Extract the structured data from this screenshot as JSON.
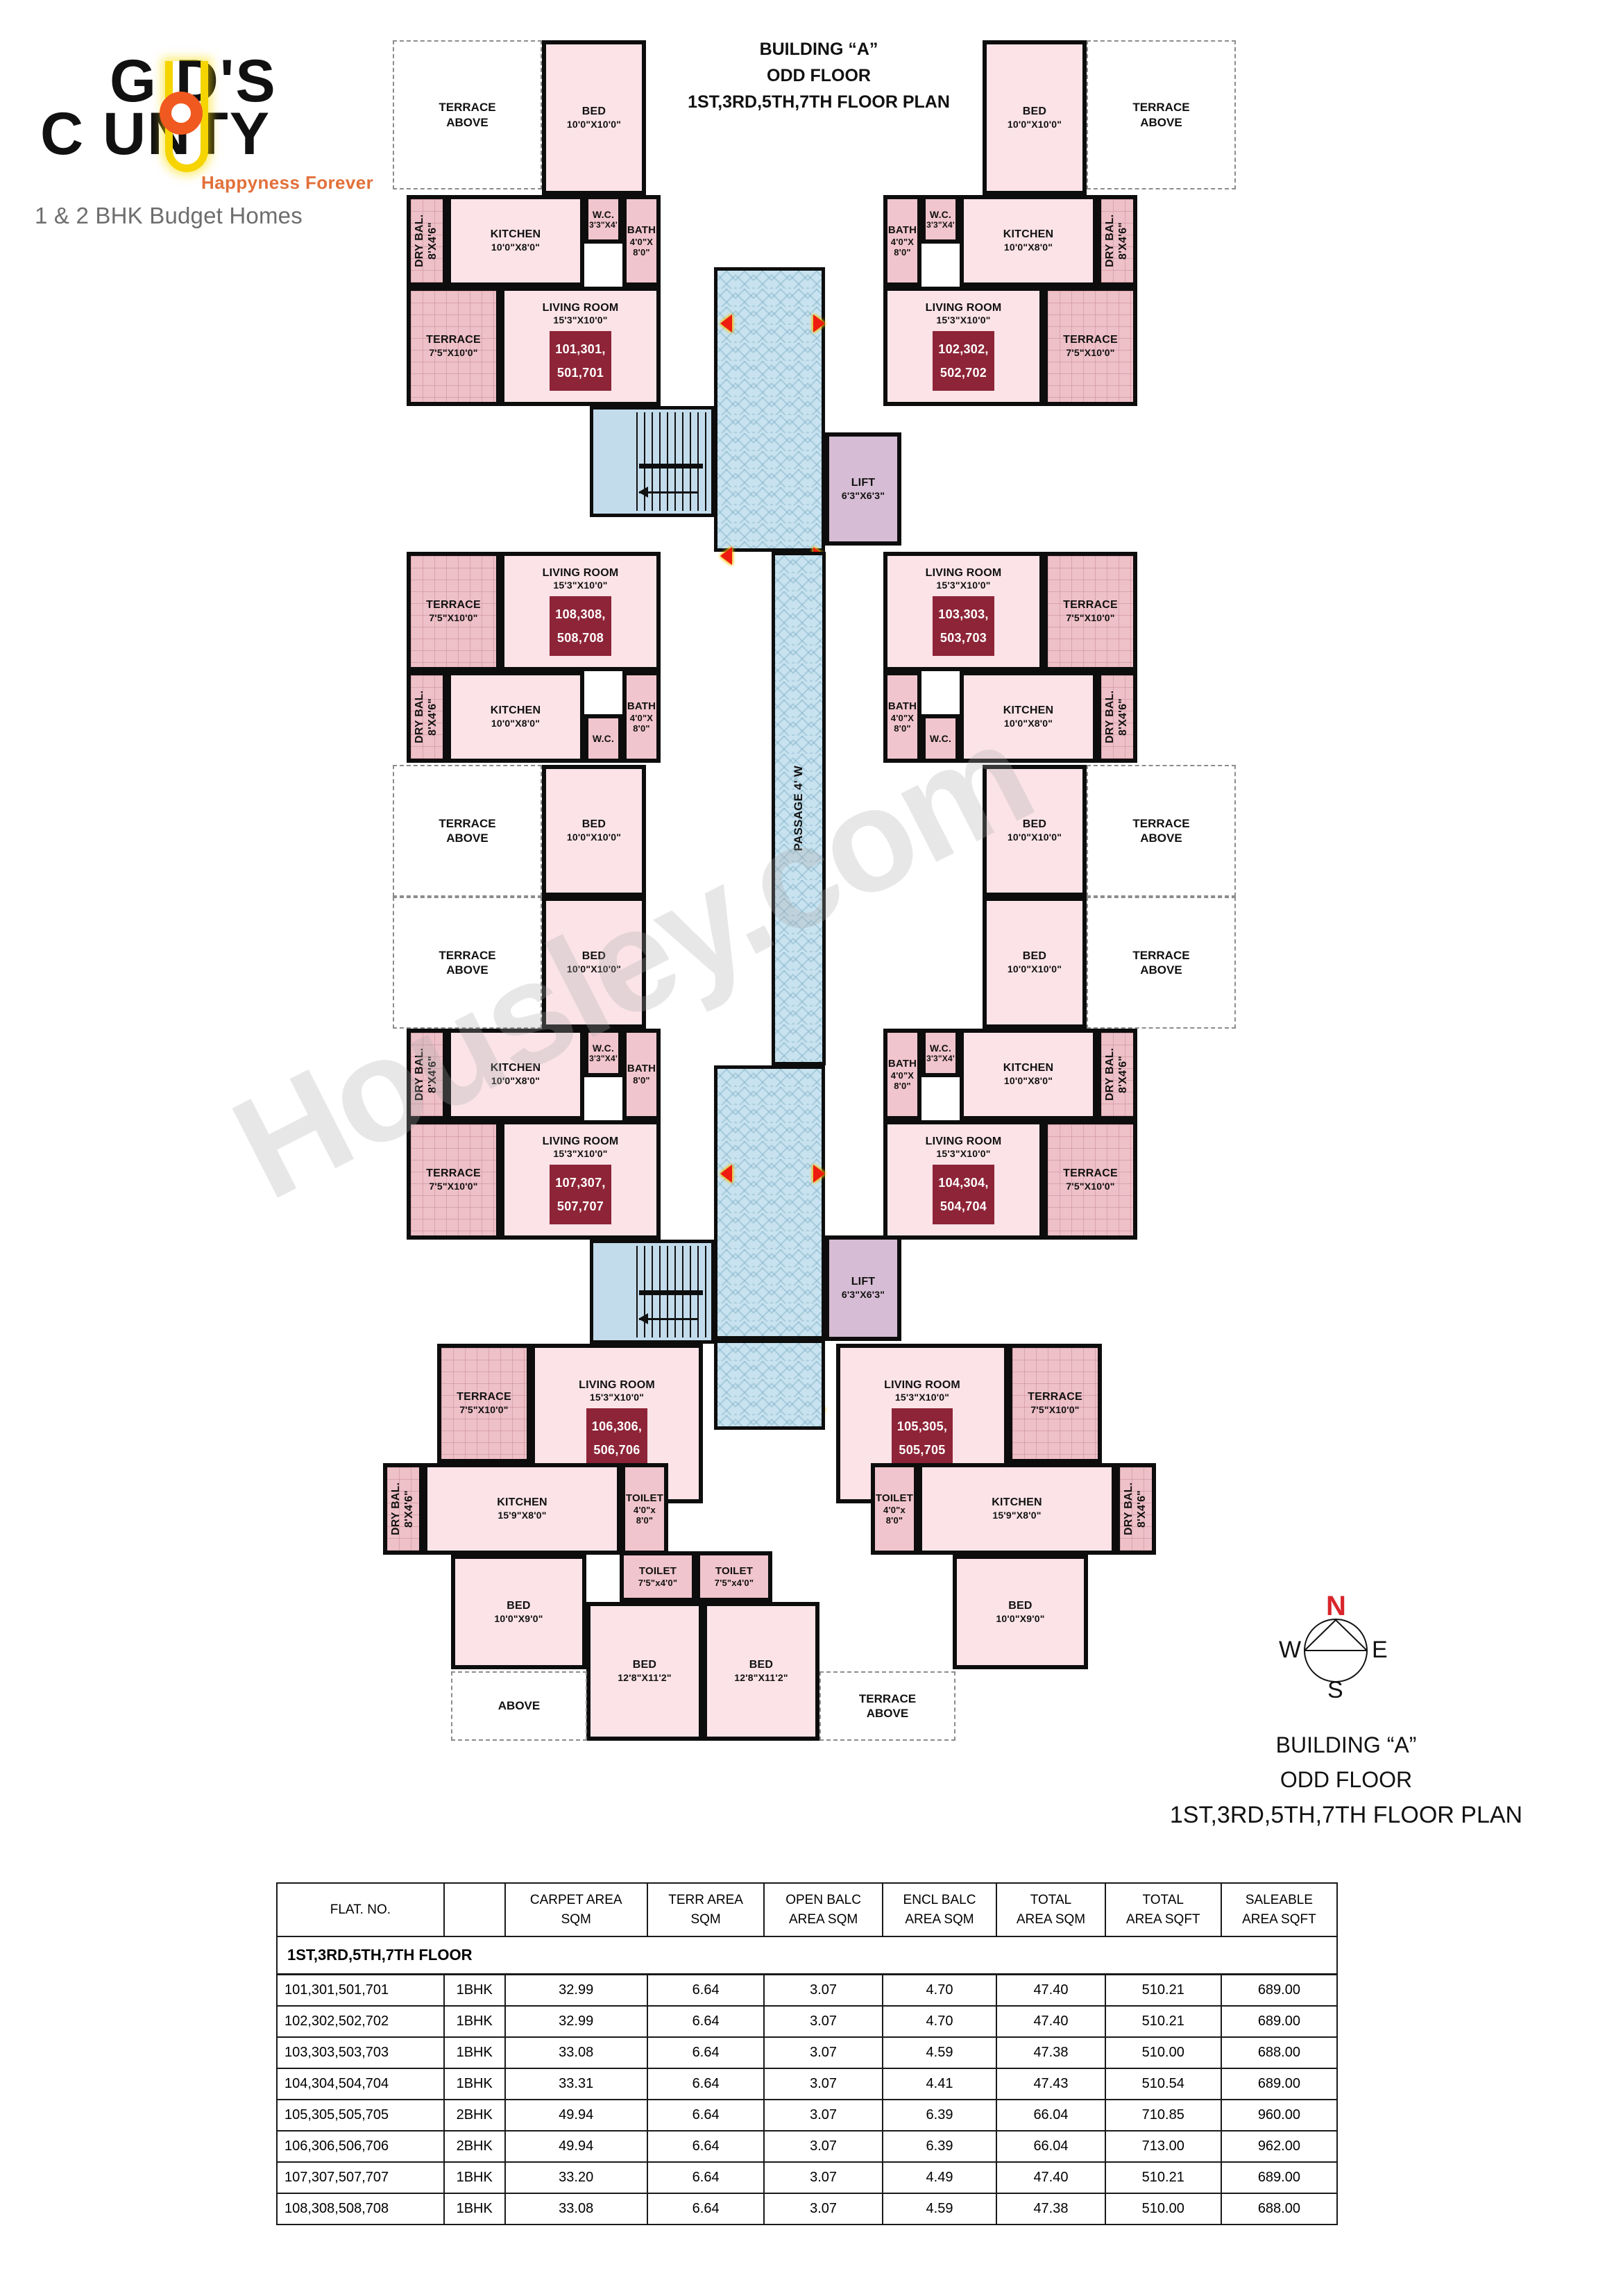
{
  "logo": {
    "word1": "G D'S",
    "word2": "C  UNTY",
    "tagline": "Happyness Forever",
    "subtitle": "1 & 2 BHK Budget Homes",
    "accent_orange": "#f0591f",
    "accent_yellow": "#f5d400",
    "tagline_color": "#e2703a"
  },
  "plan_title": {
    "line1": "BUILDING “A”",
    "line2": "ODD FLOOR",
    "line3": "1ST,3RD,5TH,7TH FLOOR PLAN"
  },
  "caption": {
    "line1": "BUILDING “A”",
    "line2": "ODD FLOOR",
    "line3": "1ST,3RD,5TH,7TH FLOOR PLAN"
  },
  "compass": {
    "n": "N",
    "e": "E",
    "s": "S",
    "w": "W",
    "north_color": "#d9252b"
  },
  "watermark": "Housley.com",
  "rooms": {
    "bed_10x10": {
      "name": "BED",
      "dim": "10'0\"X10'0\""
    },
    "bed_10x9": {
      "name": "BED",
      "dim": "10'0\"X9'0\""
    },
    "bed_128x112": {
      "name": "BED",
      "dim": "12'8\"X11'2\""
    },
    "kitchen_10x8": {
      "name": "KITCHEN",
      "dim": "10'0\"X8'0\""
    },
    "kitchen_159x8": {
      "name": "KITCHEN",
      "dim": "15'9\"X8'0\""
    },
    "living": {
      "name": "LIVING ROOM",
      "dim": "15'3\"X10'0\""
    },
    "wc": {
      "name": "W.C.",
      "dim": "3'3\"X4'"
    },
    "bath": {
      "name": "BATH",
      "dim1": "4'0\"X",
      "dim2": "8'0\""
    },
    "toilet_small": {
      "name": "TOILET",
      "dim1": "4'0\"x",
      "dim2": "8'0\""
    },
    "toilet_wide": {
      "name": "TOILET",
      "dim": "7'5\"x4'0\""
    },
    "terrace": {
      "name": "TERRACE",
      "dim": "7'5\"X10'0\""
    },
    "drybal": {
      "name": "DRY BAL.",
      "dim": "8'X4'6\""
    },
    "lift": {
      "name": "LIFT",
      "dim": "6'3\"X6'3\""
    },
    "passage": "PASSAGE 4' W",
    "passage_dim": "4'0\"X",
    "terrace_above": "TERRACE\nABOVE",
    "terrace_above_l1": "TERRACE",
    "terrace_above_l2": "ABOVE",
    "above": "ABOVE"
  },
  "flat_labels": {
    "f1": "101,301,\n501,701",
    "f2": "102,302,\n502,702",
    "f3": "103,303,\n503,703",
    "f4": "104,304,\n504,704",
    "f5": "105,305,\n505,705",
    "f6": "106,306,\n506,706",
    "f7": "107,307,\n507,707",
    "f8": "108,308,\n508,708"
  },
  "table": {
    "floor_title": "1ST,3RD,5TH,7TH FLOOR",
    "headers": [
      "FLAT. NO.",
      "",
      "CARPET AREA\nSQM",
      "TERR AREA\nSQM",
      "OPEN BALC\nAREA    SQM",
      "ENCL BALC\nAREA    SQM",
      "TOTAL\nAREA  SQM",
      "TOTAL\nAREA SQFT",
      "SALEABLE\nAREA SQFT"
    ],
    "rows": [
      [
        "101,301,501,701",
        "1BHK",
        "32.99",
        "6.64",
        "3.07",
        "4.70",
        "47.40",
        "510.21",
        "689.00"
      ],
      [
        "102,302,502,702",
        "1BHK",
        "32.99",
        "6.64",
        "3.07",
        "4.70",
        "47.40",
        "510.21",
        "689.00"
      ],
      [
        "103,303,503,703",
        "1BHK",
        "33.08",
        "6.64",
        "3.07",
        "4.59",
        "47.38",
        "510.00",
        "688.00"
      ],
      [
        "104,304,504,704",
        "1BHK",
        "33.31",
        "6.64",
        "3.07",
        "4.41",
        "47.43",
        "510.54",
        "689.00"
      ],
      [
        "105,305,505,705",
        "2BHK",
        "49.94",
        "6.64",
        "3.07",
        "6.39",
        "66.04",
        "710.85",
        "960.00"
      ],
      [
        "106,306,506,706",
        "2BHK",
        "49.94",
        "6.64",
        "3.07",
        "6.39",
        "66.04",
        "713.00",
        "962.00"
      ],
      [
        "107,307,507,707",
        "1BHK",
        "33.20",
        "6.64",
        "3.07",
        "4.49",
        "47.40",
        "510.21",
        "689.00"
      ],
      [
        "108,308,508,708",
        "1BHK",
        "33.08",
        "6.64",
        "3.07",
        "4.59",
        "47.38",
        "510.00",
        "688.00"
      ]
    ]
  },
  "colors": {
    "room_fill": "#fbe3e8",
    "wet_fill": "#f1c5cd",
    "tile_fill": "#eec0c8",
    "lift_fill": "#d6bcd4",
    "stair_fill": "#c3dcec",
    "passage_fill": "#c8e2ef",
    "wall": "#0d0d0d",
    "flat_badge": "#8e2437",
    "door_marker": "#ee1c10"
  }
}
